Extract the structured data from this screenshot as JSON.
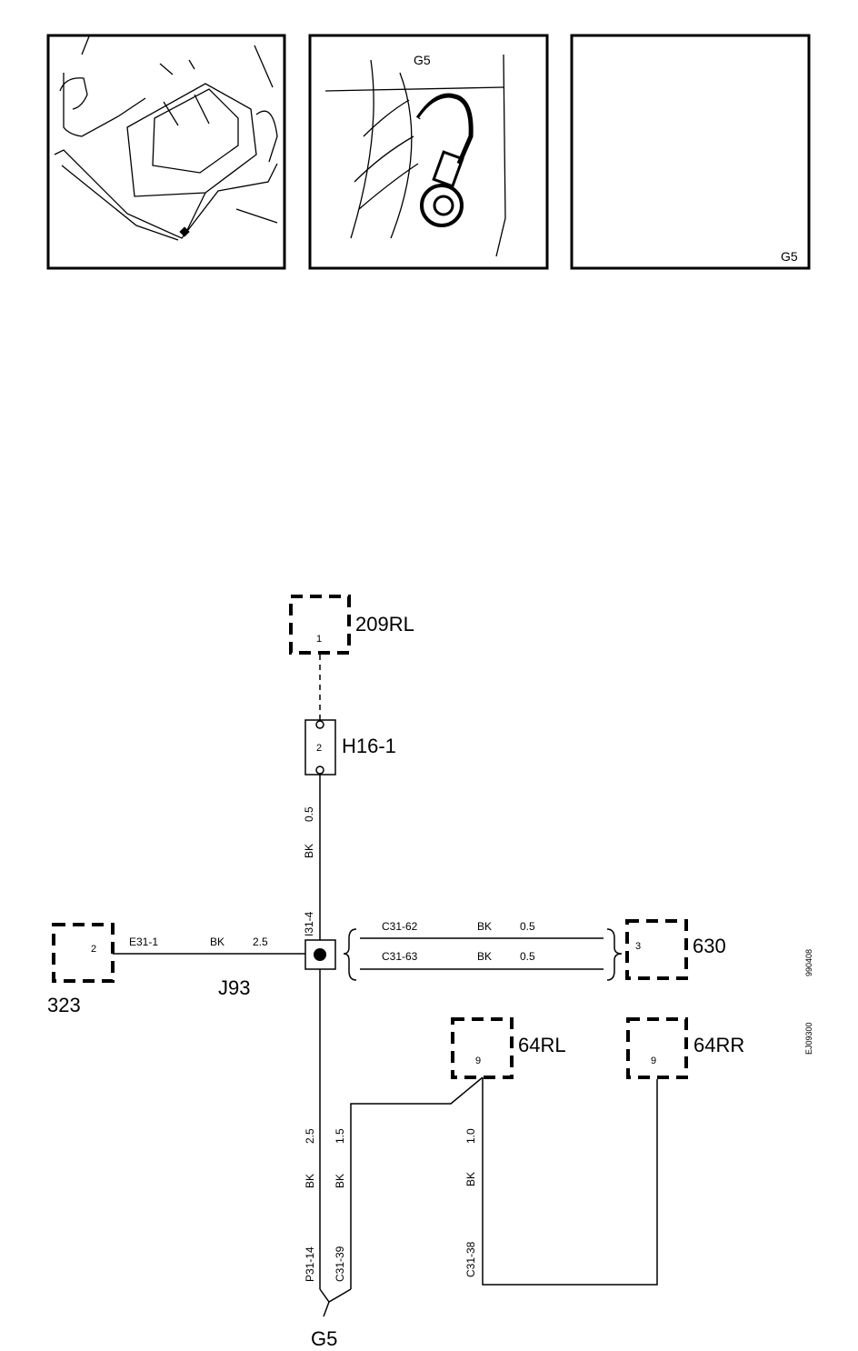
{
  "panels": {
    "panel1": {},
    "panel2": {
      "label": "G5"
    },
    "panel3": {
      "label": "G5"
    }
  },
  "components": {
    "c209RL": {
      "name": "209RL",
      "pin": "1"
    },
    "h16": {
      "name": "H16-1",
      "pin": "2"
    },
    "c323": {
      "name": "323",
      "pin": "2"
    },
    "c630": {
      "name": "630",
      "pin": "3"
    },
    "c64RL": {
      "name": "64RL",
      "pin": "9"
    },
    "c64RR": {
      "name": "64RR",
      "pin": "9"
    },
    "splice": {
      "name": "J93"
    },
    "ground": {
      "name": "G5"
    }
  },
  "wires": {
    "h16_to_splice": {
      "color": "BK",
      "size": "0.5"
    },
    "splice_pin": "I31-4",
    "e31": {
      "pin": "E31-1",
      "color": "BK",
      "size": "2.5"
    },
    "c3162": {
      "pin": "C31-62",
      "color": "BK",
      "size": "0.5"
    },
    "c3163": {
      "pin": "C31-63",
      "color": "BK",
      "size": "0.5"
    },
    "p3114": {
      "pin": "P31-14",
      "color": "BK",
      "size": "2.5"
    },
    "c3139": {
      "pin": "C31-39",
      "color": "BK",
      "size": "1.5"
    },
    "c3138": {
      "pin": "C31-38",
      "color": "BK",
      "size": "1.0"
    }
  },
  "side_codes": {
    "code1": "990408",
    "code2": "EJ09300"
  }
}
